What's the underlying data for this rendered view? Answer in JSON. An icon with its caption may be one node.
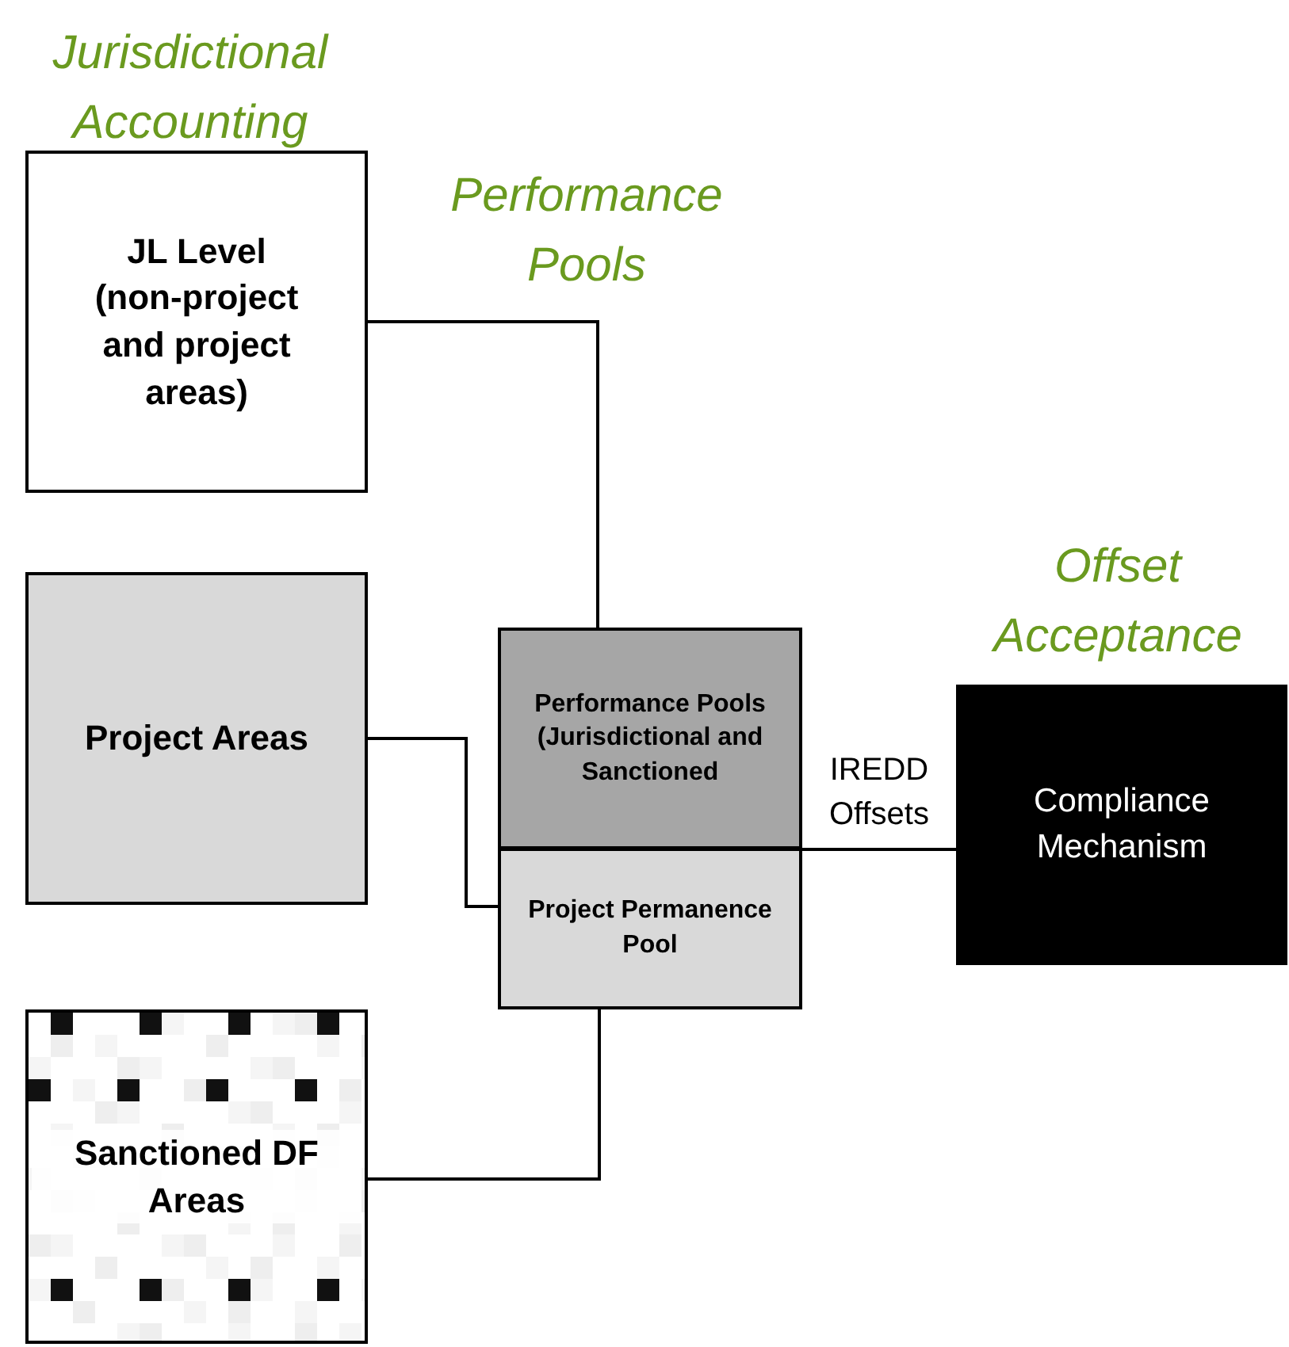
{
  "diagram": {
    "nodes": [
      {
        "text": [
          "JL Level (non-project and project areas)"
        ]
      },
      {
        "text": [
          "Project Areas"
        ]
      },
      {
        "text": [
          "Sanctioned DF Areas"
        ]
      },
      {
        "text": [
          "Performance Pools (Jurisdictional and Sanctioned"
        ]
      },
      {
        "text": [
          "Project Permanence Pool"
        ]
      },
      {
        "text": [
          "Compliance Mechanism"
        ]
      }
    ],
    "edges": [
      {
        "from": 0,
        "to": 3,
        "arrow": "none"
      },
      {
        "from": 1,
        "to": 4,
        "arrow": "none"
      },
      {
        "from": 4,
        "to": 2,
        "arrow": "none"
      },
      {
        "from": 3,
        "to": 5,
        "arrow": "none",
        "label": "IREDD Offsets"
      }
    ],
    "labels": [
      "Jurisdictional Accounting",
      "Performance Pools",
      "Offset Acceptance"
    ]
  }
}
